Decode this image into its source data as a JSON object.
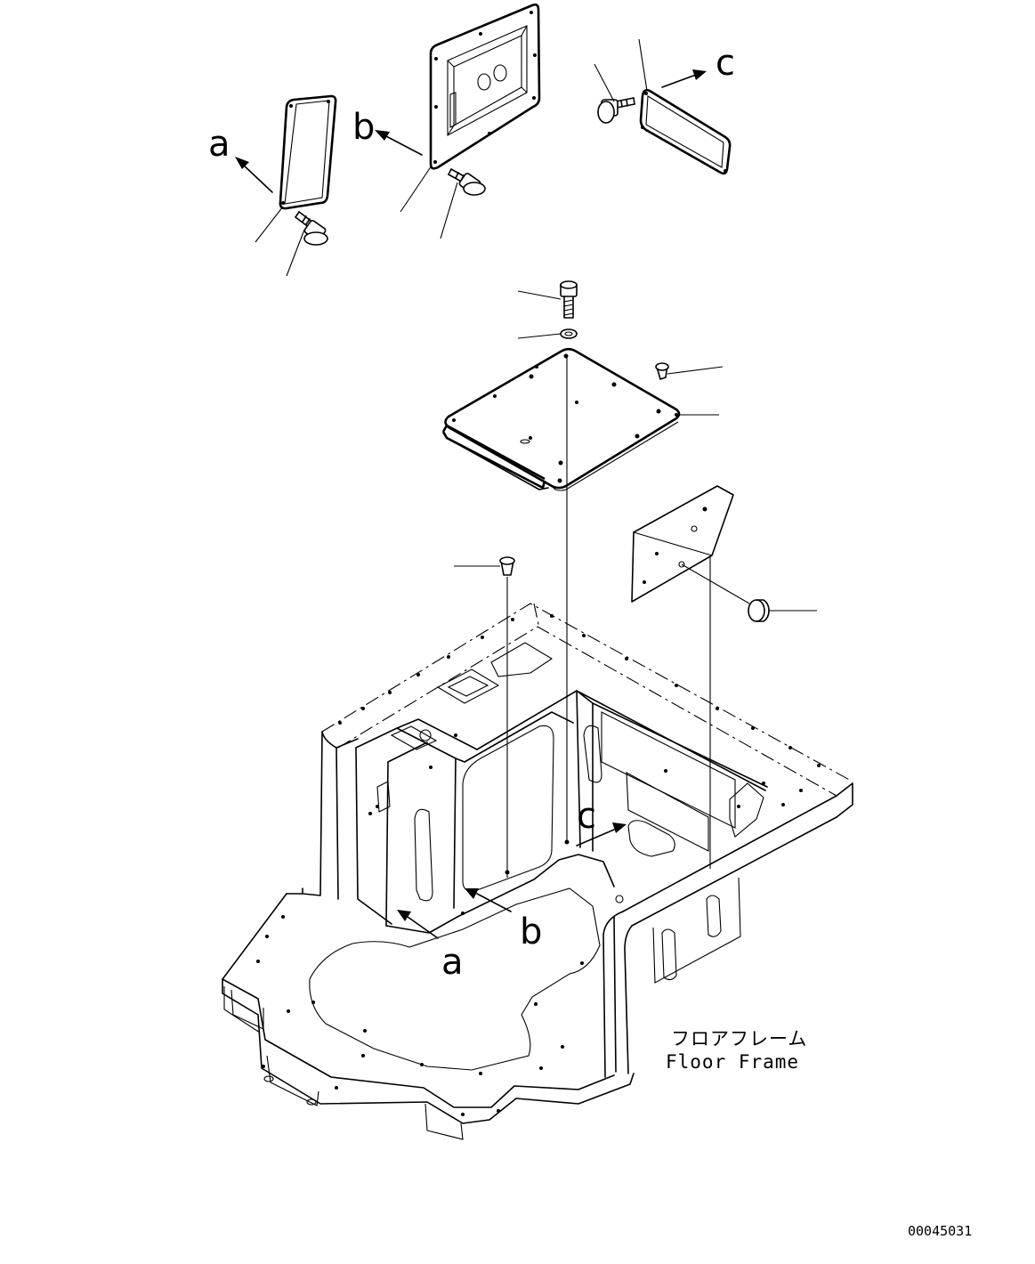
{
  "labels": {
    "view_a_letter": "a",
    "view_b_letter": "b",
    "view_c_letter": "c",
    "floor_frame_jp": "フロアフレーム",
    "floor_frame_en": "Floor Frame",
    "drawing_number": "00045031"
  }
}
